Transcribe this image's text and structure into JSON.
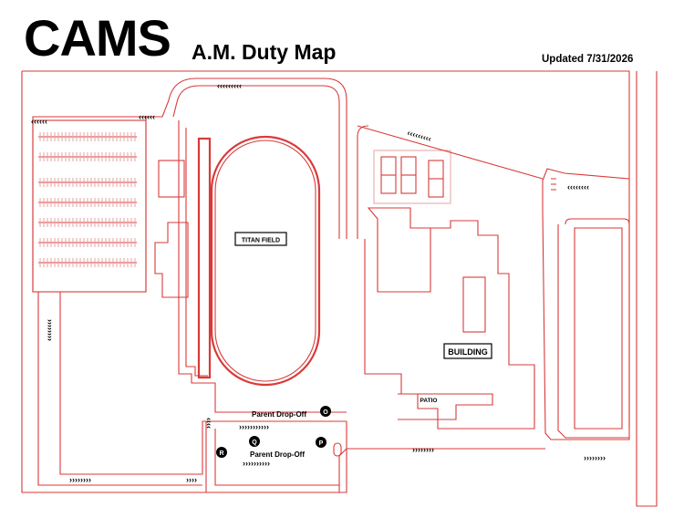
{
  "header": {
    "title": "CAMS",
    "subtitle": "A.M. Duty Map",
    "updated": "Updated 7/31/2026"
  },
  "map": {
    "labels": {
      "field": "TITAN FIELD",
      "building": "BUILDING",
      "patio": "PATIO",
      "drop_off_top": "Parent Drop-Off",
      "drop_off_bottom": "Parent Drop-Off"
    },
    "posts": {
      "o": "O",
      "q": "Q",
      "p": "P",
      "r": "R"
    },
    "arrows": {
      "top_road": "‹‹‹‹‹‹‹‹‹",
      "top_left_curve": "‹‹‹‹‹‹",
      "lot_entry": "‹‹‹‹‹‹",
      "diagonal_road": "‹‹‹‹‹‹‹‹‹",
      "right_road": "‹‹‹‹‹‹‹‹",
      "bottom_left": "››››››››",
      "bottom_mid": "››››",
      "drop_lane_top": "›››››››››››",
      "drop_lane_bottom": "››››››››››",
      "bottom_right_road": "››››››››",
      "far_right": "››››››››"
    },
    "colors": {
      "roads": "#d83a3a",
      "labels": "#000000",
      "background": "#ffffff"
    }
  }
}
